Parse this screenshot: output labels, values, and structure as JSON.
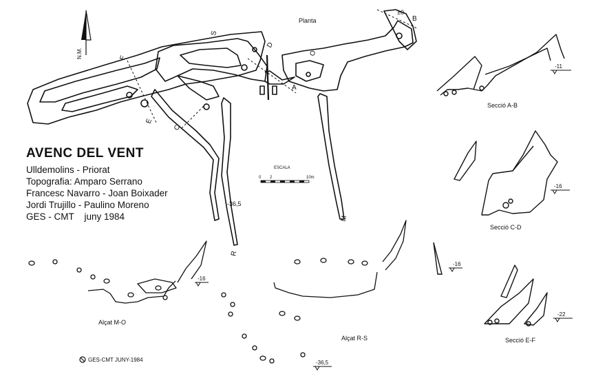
{
  "title": "AVENC DEL VENT",
  "credits": [
    "Ulldemolins - Priorat",
    "Topografia: Amparo Serrano",
    "Francesc Navarro - Joan Boixader",
    "Jordi Trujillo - Paulino Moreno",
    "GES - CMT    juny 1984"
  ],
  "north": "N.M.",
  "plan_label": "Planta",
  "scale": {
    "title": "ESCALA",
    "ticks": [
      "0",
      "2",
      "10m"
    ]
  },
  "sections": {
    "ab": "Secció A-B",
    "cd": "Secció C-D",
    "ef": "Secció E-F",
    "mo": "Alçat M-O",
    "rs": "Alçat R-S"
  },
  "depths": {
    "d0": "±0",
    "d11": "-11",
    "d16_cd": "-16",
    "d16_mid": "-16",
    "d16_mo": "-16",
    "d22": "-22",
    "d365_plan": "-36,5",
    "d365_rs": "-36,5"
  },
  "plan_marks": {
    "a": "A",
    "b": "B",
    "c": "C",
    "d": "D",
    "e": "E",
    "f": "F",
    "m": "M",
    "o": "O",
    "r": "R",
    "s": "S"
  },
  "footer": "GES-CMT   JUNY-1984"
}
